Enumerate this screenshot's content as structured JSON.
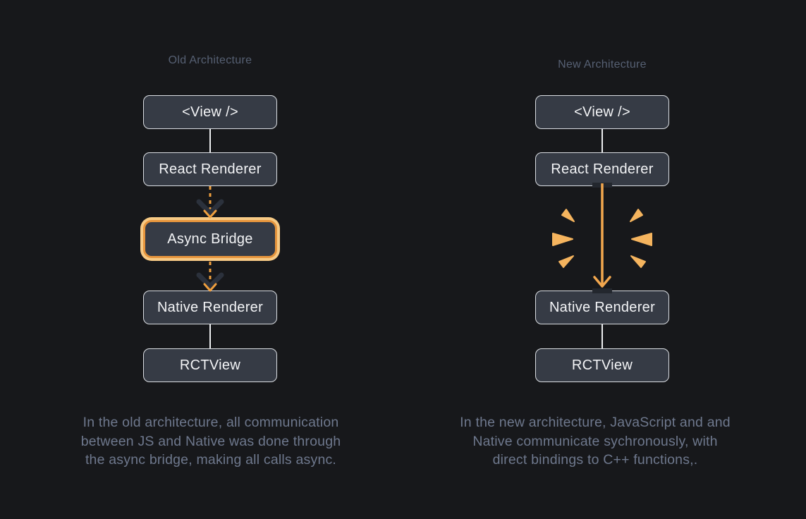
{
  "theme": {
    "background": "#17181b",
    "box_fill": "#363b45",
    "box_border": "#dadde2",
    "box_text": "#f3f4f6",
    "title_color": "#566073",
    "caption_color": "#6e788d",
    "connector_light": "#edeff1",
    "arrow_orange": "#f2a74e",
    "dash_orange": "#ef9f3e",
    "burst_orange": "#f5b45e",
    "highlight_ring_inner": "#e6953d",
    "highlight_ring_outer": "#f7ca85",
    "arrow_shadow_dark": "#2b313c",
    "notch_dark": "#23272e"
  },
  "old": {
    "title": "Old Architecture",
    "boxes": [
      {
        "label": "<View />"
      },
      {
        "label": "React Renderer"
      },
      {
        "label": "Async Bridge",
        "highlighted": true
      },
      {
        "label": "Native Renderer"
      },
      {
        "label": "RCTView"
      }
    ],
    "caption_lines": [
      "In the old architecture, all communication",
      "between JS and Native was done through",
      "the async bridge, making all calls async."
    ]
  },
  "new": {
    "title": "New Architecture",
    "boxes": [
      {
        "label": "<View />"
      },
      {
        "label": "React Renderer"
      },
      {
        "label": "Native Renderer"
      },
      {
        "label": "RCTView"
      }
    ],
    "caption_lines": [
      "In the new architecture, JavaScript and and",
      "Native communicate sychronously, with",
      "direct bindings to C++ functions,."
    ]
  }
}
